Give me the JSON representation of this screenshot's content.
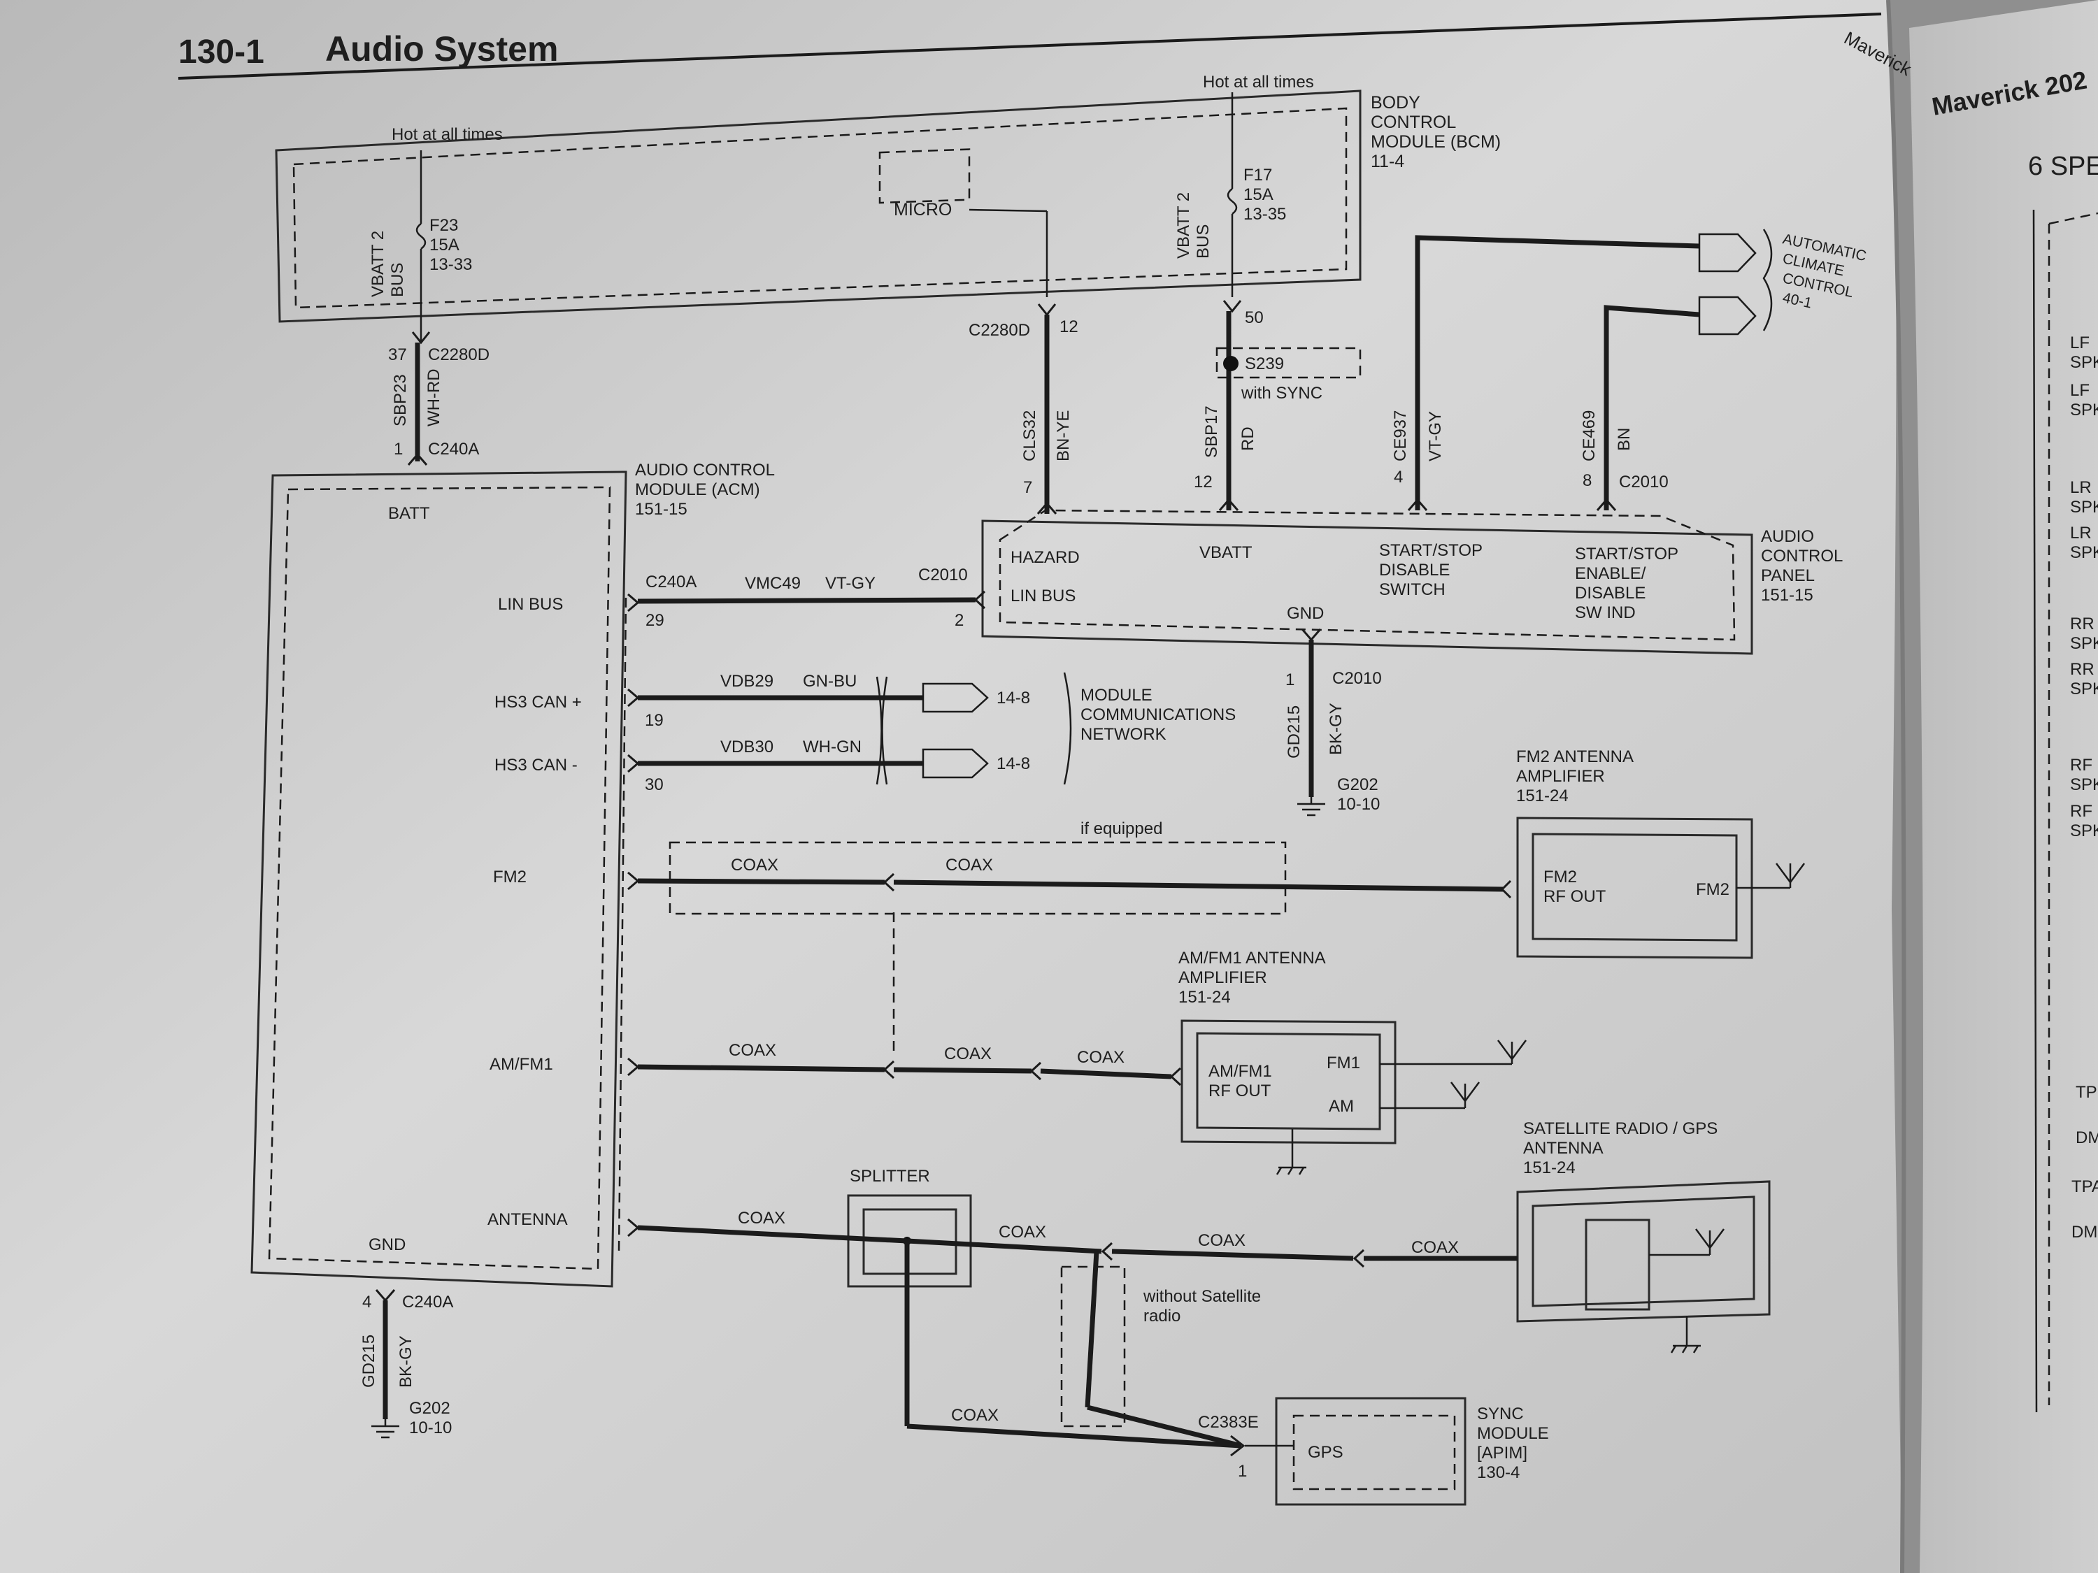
{
  "header": {
    "page_number": "130-1",
    "title": "Audio System",
    "right_page_title": "Maverick 202",
    "right_page_heading": "6 SPE",
    "spine_text": "Maverick"
  },
  "bcm": {
    "name_line1": "BODY",
    "name_line2": "CONTROL",
    "name_line3": "MODULE (BCM)",
    "ref": "11-4",
    "micro": "MICRO"
  },
  "hot1": "Hot at all times",
  "hot2": "Hot at all times",
  "f23": {
    "fuse": "F23",
    "amps": "15A",
    "ref": "13-33",
    "bus1": "VBATT 2",
    "bus2": "BUS"
  },
  "f17": {
    "fuse": "F17",
    "amps": "15A",
    "ref": "13-35",
    "bus1": "VBATT 2",
    "bus2": "BUS"
  },
  "w_batt": {
    "pin_top": "37",
    "conn_top": "C2280D",
    "circuit": "SBP23",
    "color": "WH-RD",
    "pin_bot": "1",
    "conn_bot": "C240A"
  },
  "w_hazard": {
    "conn_top": "C2280D",
    "pin_top": "12",
    "circuit": "CLS32",
    "color": "BN-YE",
    "pin_bot": "7"
  },
  "w_vbatt": {
    "pin_top": "50",
    "splice": "S239",
    "splice_note": "with SYNC",
    "circuit": "SBP17",
    "color": "RD",
    "pin_bot": "12"
  },
  "w_ce937": {
    "circuit": "CE937",
    "color": "VT-GY",
    "pin": "4"
  },
  "w_ce469": {
    "circuit": "CE469",
    "color": "BN",
    "pin": "8",
    "conn": "C2010"
  },
  "acc": {
    "line1": "AUTOMATIC",
    "line2": "CLIMATE",
    "line3": "CONTROL",
    "ref": "40-1"
  },
  "acm": {
    "name_line1": "AUDIO CONTROL",
    "name_line2": "MODULE (ACM)",
    "ref": "151-15",
    "batt": "BATT",
    "lin": "LIN BUS",
    "can_hi": "HS3 CAN +",
    "can_lo": "HS3 CAN -",
    "fm2": "FM2",
    "amfm1": "AM/FM1",
    "antenna": "ANTENNA",
    "gnd": "GND"
  },
  "acp": {
    "name_line1": "AUDIO",
    "name_line2": "CONTROL",
    "name_line3": "PANEL",
    "ref": "151-15",
    "hazard": "HAZARD",
    "lin": "LIN BUS",
    "vbatt": "VBATT",
    "gnd": "GND",
    "ss1": "START/STOP",
    "ss2": "DISABLE",
    "ss3": "SWITCH",
    "se1": "START/STOP",
    "se2": "ENABLE/",
    "se3": "DISABLE",
    "se4": "SW IND"
  },
  "lin_wire": {
    "conn_l": "C240A",
    "pin_l": "29",
    "circuit": "VMC49",
    "color": "VT-GY",
    "conn_r": "C2010",
    "pin_r": "2"
  },
  "can": {
    "hi_circuit": "VDB29",
    "hi_color": "GN-BU",
    "hi_pin": "19",
    "lo_circuit": "VDB30",
    "lo_color": "WH-GN",
    "lo_pin": "30",
    "ref_hi": "14-8",
    "ref_lo": "14-8",
    "net1": "MODULE",
    "net2": "COMMUNICATIONS",
    "net3": "NETWORK"
  },
  "gnd_acp": {
    "pin": "1",
    "conn": "C2010",
    "circuit": "GD215",
    "color": "BK-GY",
    "g": "G202",
    "ref": "10-10"
  },
  "gnd_acm": {
    "pin": "4",
    "conn": "C240A",
    "circuit": "GD215",
    "color": "BK-GY",
    "g": "G202",
    "ref": "10-10"
  },
  "fm2_amp": {
    "name_line1": "FM2 ANTENNA",
    "name_line2": "AMPLIFIER",
    "ref": "151-24",
    "out1": "FM2",
    "out2": "RF OUT",
    "in": "FM2"
  },
  "if_equipped": "if equipped",
  "amfm_amp": {
    "name_line1": "AM/FM1 ANTENNA",
    "name_line2": "AMPLIFIER",
    "ref": "151-24",
    "out1": "AM/FM1",
    "out2": "RF OUT",
    "fm1": "FM1",
    "am": "AM"
  },
  "sat": {
    "name_line1": "SATELLITE RADIO / GPS",
    "name_line2": "ANTENNA",
    "ref": "151-24"
  },
  "splitter": "SPLITTER",
  "without_sat1": "without Satellite",
  "without_sat2": "radio",
  "sync": {
    "name_line1": "SYNC",
    "name_line2": "MODULE",
    "name_line3": "[APIM]",
    "ref": "130-4",
    "gps": "GPS",
    "conn": "C2383E",
    "pin": "1"
  },
  "coax": {
    "fm2_a": "COAX",
    "fm2_b": "COAX",
    "am_a": "COAX",
    "am_b": "COAX",
    "am_c": "COAX",
    "ant_a": "COAX",
    "ant_b": "COAX",
    "ant_c": "COAX",
    "ant_d": "COAX",
    "gps": "COAX"
  },
  "right_page_items": [
    "LF",
    "SPK",
    "LF",
    "SPK",
    "LR",
    "SPK",
    "LR",
    "SPK",
    "RR",
    "SPK",
    "RR",
    "SPK",
    "RF",
    "SPK",
    "RF",
    "SPK",
    "TP",
    "DM",
    "TPA",
    "DM"
  ]
}
